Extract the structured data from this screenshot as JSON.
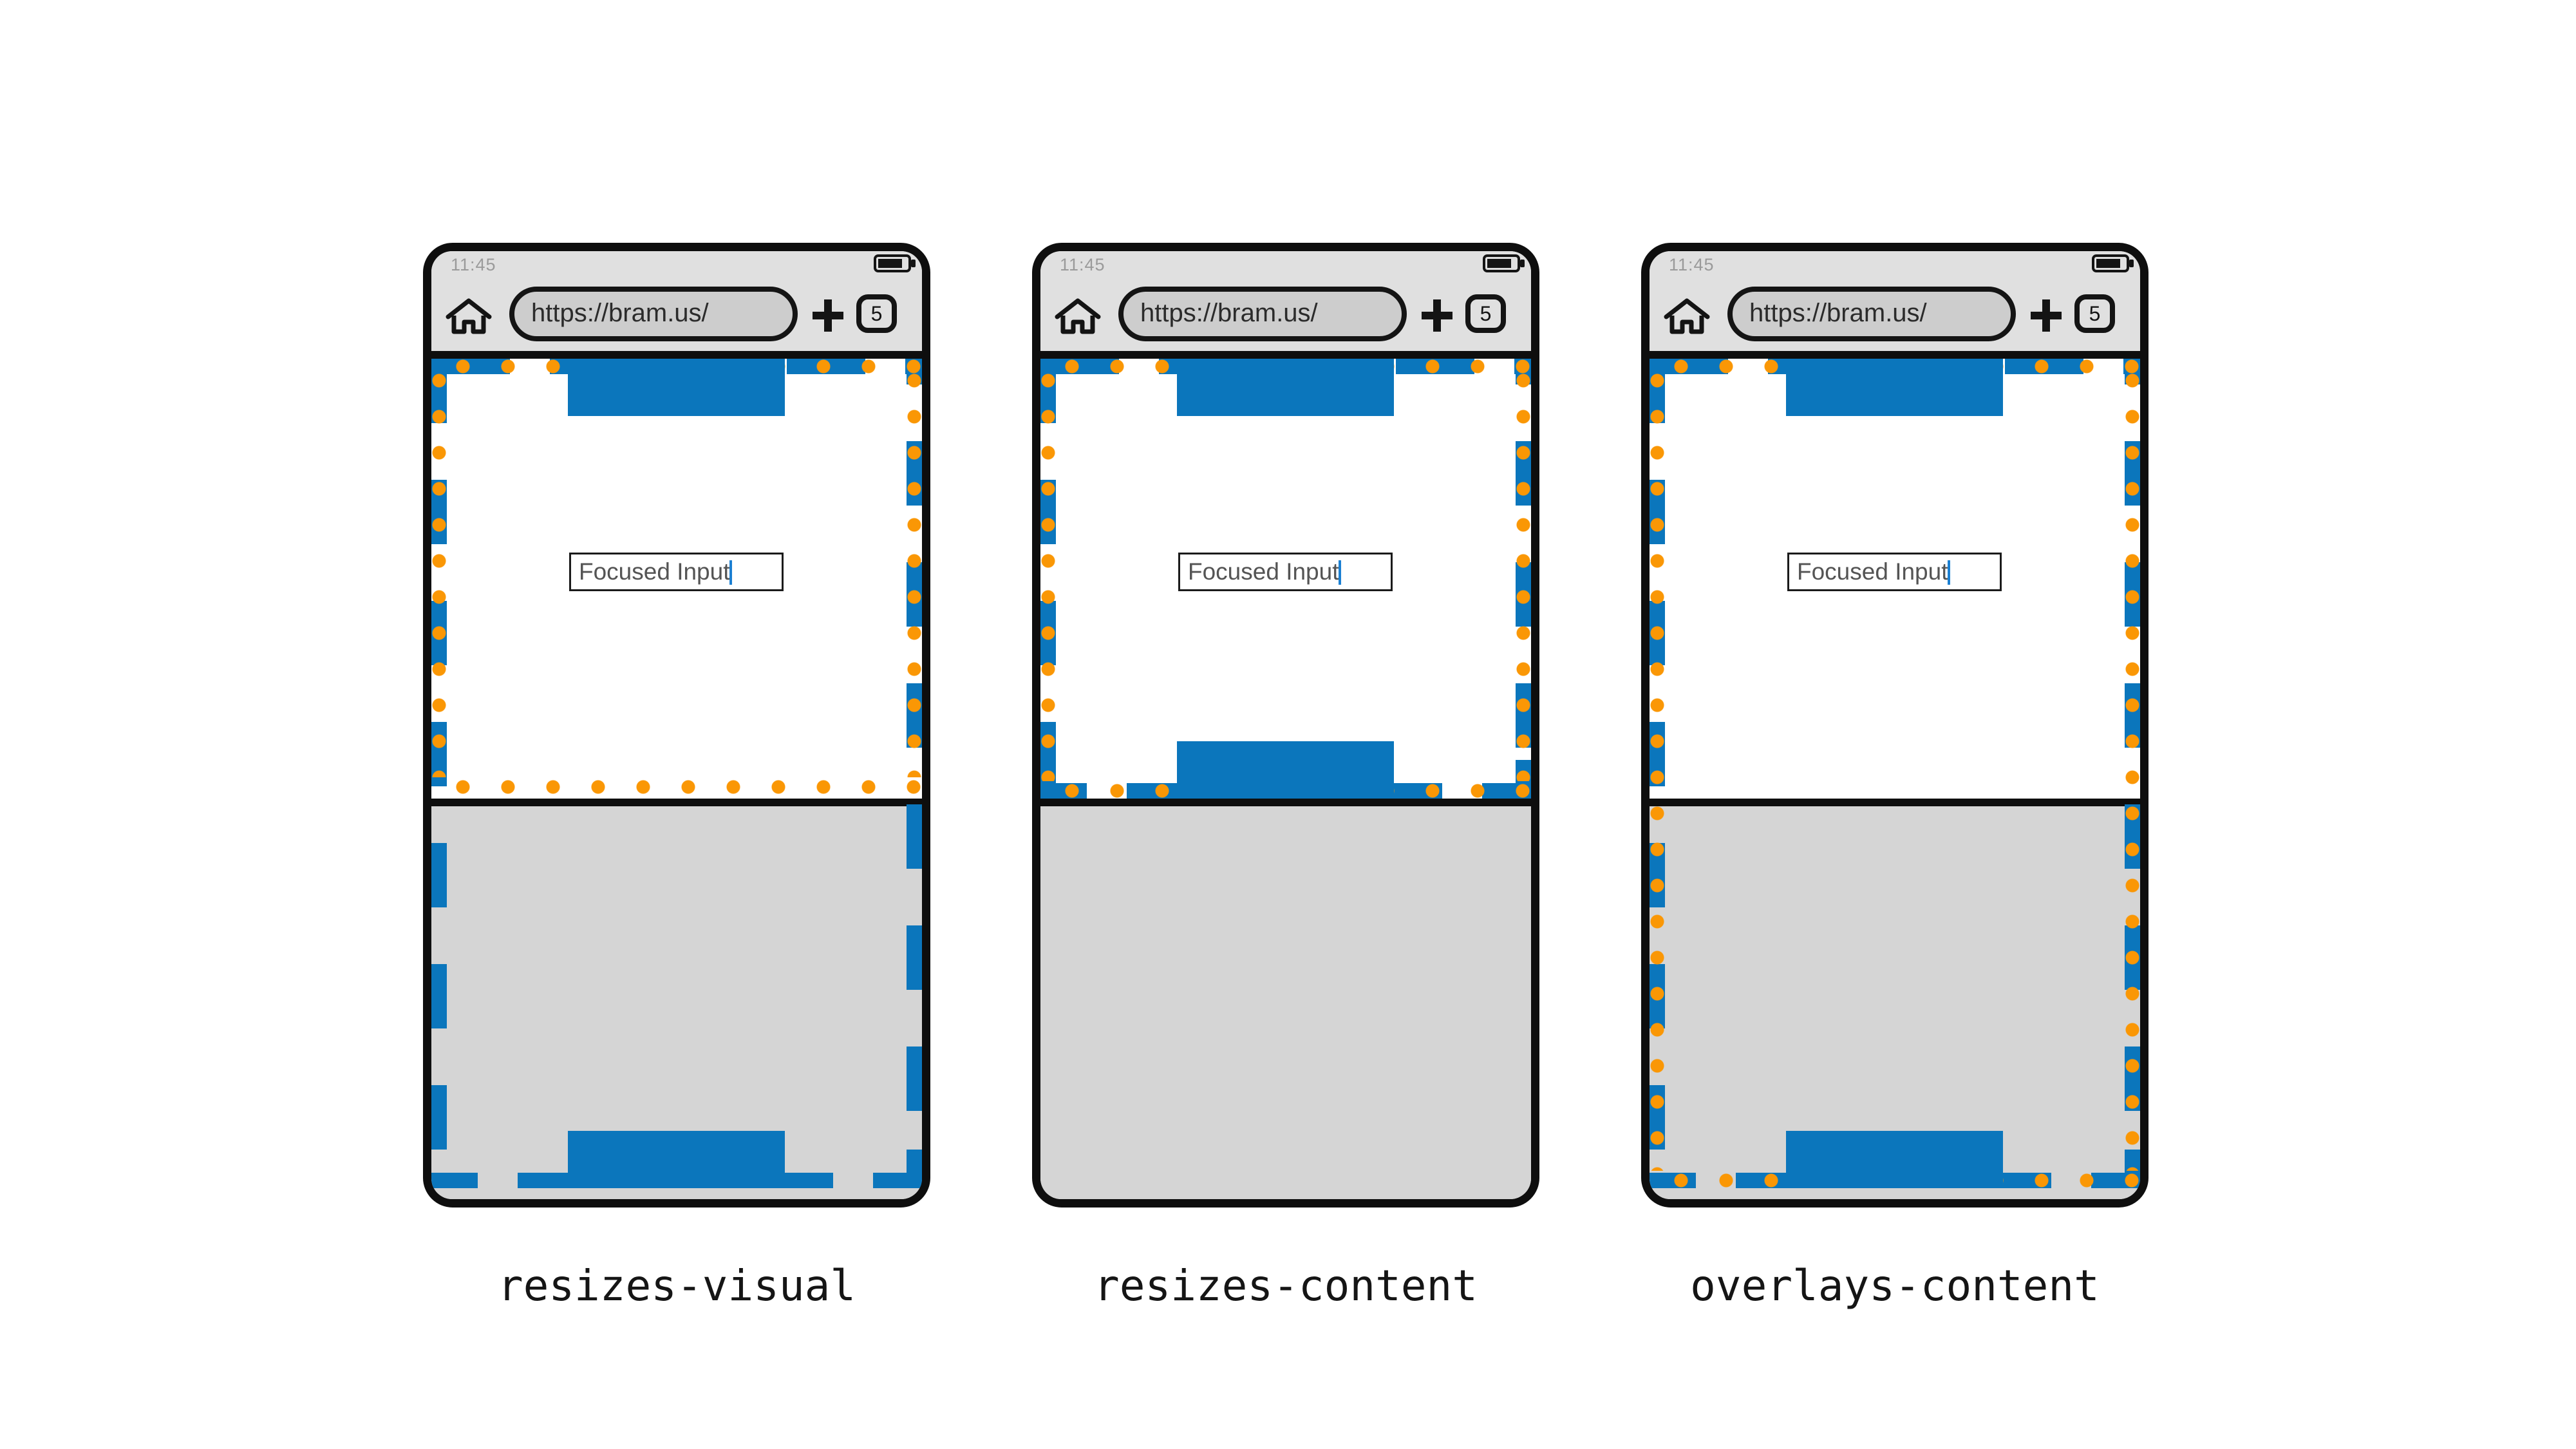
{
  "colors": {
    "layout_viewport_blue": "#0b76bc",
    "visual_viewport_orange": "#fa9705",
    "browser_chrome_gray": "#e0e0e0",
    "url_pill_gray": "#cdcdcd",
    "keyboard_gray": "#d5d5d5",
    "frame_black": "#0e0e0e",
    "caret_blue": "#1c80d2"
  },
  "icons": {
    "home": "home-icon",
    "new_tab": "plus-icon",
    "battery": "battery-icon",
    "caret": "text-caret"
  },
  "phones": [
    {
      "mode": "resizes-visual",
      "label": "resizes-visual",
      "status": {
        "time": "11:45"
      },
      "toolbar": {
        "url": "https://bram.us/",
        "tab_count": "5"
      },
      "page": {
        "input_value": "Focused Input"
      }
    },
    {
      "mode": "resizes-content",
      "label": "resizes-content",
      "status": {
        "time": "11:45"
      },
      "toolbar": {
        "url": "https://bram.us/",
        "tab_count": "5"
      },
      "page": {
        "input_value": "Focused Input"
      }
    },
    {
      "mode": "overlays-content",
      "label": "overlays-content",
      "status": {
        "time": "11:45"
      },
      "toolbar": {
        "url": "https://bram.us/",
        "tab_count": "5"
      },
      "page": {
        "input_value": "Focused Input"
      }
    }
  ]
}
